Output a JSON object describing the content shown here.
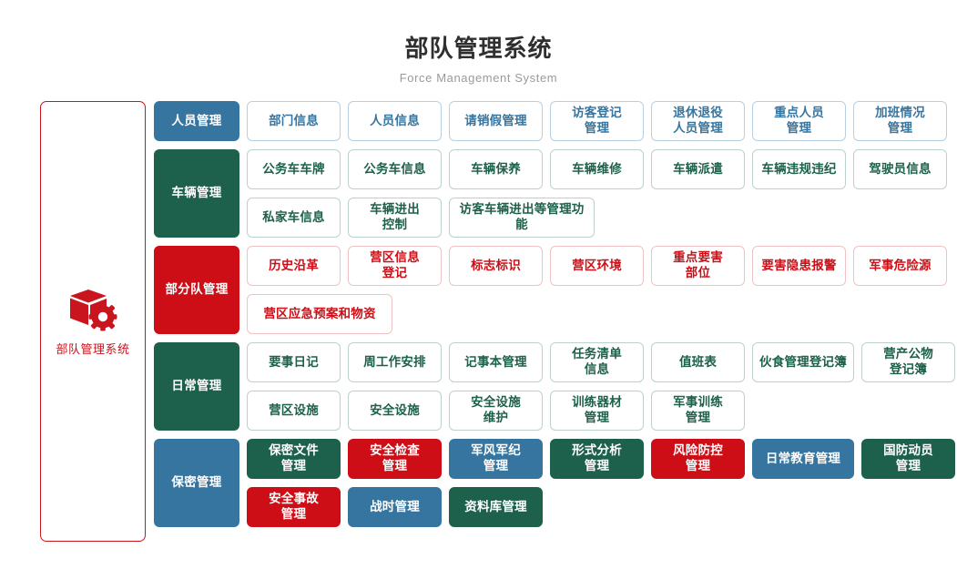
{
  "header": {
    "title": "部队管理系统",
    "subtitle": "Force Management System"
  },
  "sidebar": {
    "icon": "cube-gear-icon",
    "label": "部队管理系统",
    "border_color": "#c9151e",
    "text_color": "#c9151e"
  },
  "palette": {
    "blue": "#36759f",
    "green": "#1d604b",
    "red": "#ce0e16",
    "outline_blue": "#b7cfdf",
    "outline_green": "#bcd2c9",
    "outline_red": "#f0c2c5",
    "title": "#2f2f2f",
    "subtitle": "#9a9a9a"
  },
  "groups": [
    {
      "category": "人员管理",
      "color": "blue",
      "style": "outline",
      "items": [
        {
          "label": "部门信息",
          "width": "w2",
          "style": "o-blue"
        },
        {
          "label": "人员信息",
          "width": "w2",
          "style": "o-blue"
        },
        {
          "label": "请销假管理",
          "width": "w2",
          "style": "o-blue"
        },
        {
          "label": "访客登记\n管理",
          "width": "w2",
          "style": "o-blue"
        },
        {
          "label": "退休退役\n人员管理",
          "width": "w2",
          "style": "o-blue"
        },
        {
          "label": "重点人员\n管理",
          "width": "w2",
          "style": "o-blue"
        },
        {
          "label": "加班情况\n管理",
          "width": "w2",
          "style": "o-blue"
        }
      ]
    },
    {
      "category": "车辆管理",
      "color": "green",
      "style": "outline",
      "items": [
        {
          "label": "公务车车牌",
          "width": "w2",
          "style": "o-green"
        },
        {
          "label": "公务车信息",
          "width": "w2",
          "style": "o-green"
        },
        {
          "label": "车辆保养",
          "width": "w2",
          "style": "o-green"
        },
        {
          "label": "车辆维修",
          "width": "w2",
          "style": "o-green"
        },
        {
          "label": "车辆派遣",
          "width": "w2",
          "style": "o-green"
        },
        {
          "label": "车辆违规违纪",
          "width": "w2",
          "style": "o-green"
        },
        {
          "label": "驾驶员信息",
          "width": "w2",
          "style": "o-green"
        },
        {
          "label": "私家车信息",
          "width": "w2",
          "style": "o-green"
        },
        {
          "label": "车辆进出\n控制",
          "width": "w2",
          "style": "o-green"
        },
        {
          "label": "访客车辆进出等管理功能",
          "width": "w4",
          "style": "o-green"
        }
      ]
    },
    {
      "category": "部分队管理",
      "color": "red",
      "style": "outline",
      "items": [
        {
          "label": "历史沿革",
          "width": "w2",
          "style": "o-red"
        },
        {
          "label": "营区信息\n登记",
          "width": "w2",
          "style": "o-red"
        },
        {
          "label": "标志标识",
          "width": "w2",
          "style": "o-red"
        },
        {
          "label": "营区环境",
          "width": "w2",
          "style": "o-red"
        },
        {
          "label": "重点要害\n部位",
          "width": "w2",
          "style": "o-red"
        },
        {
          "label": "要害隐患报警",
          "width": "w2",
          "style": "o-red"
        },
        {
          "label": "军事危险源",
          "width": "w2",
          "style": "o-red"
        },
        {
          "label": "营区应急预案和物资",
          "width": "w4",
          "style": "o-red"
        }
      ]
    },
    {
      "category": "日常管理",
      "color": "green",
      "style": "outline",
      "items": [
        {
          "label": "要事日记",
          "width": "w2",
          "style": "o-green"
        },
        {
          "label": "周工作安排",
          "width": "w2",
          "style": "o-green"
        },
        {
          "label": "记事本管理",
          "width": "w2",
          "style": "o-green"
        },
        {
          "label": "任务清单\n信息",
          "width": "w2",
          "style": "o-green"
        },
        {
          "label": "值班表",
          "width": "w2",
          "style": "o-green"
        },
        {
          "label": "伙食管理登记簿",
          "width": "w3",
          "style": "o-green"
        },
        {
          "label": "营产公物\n登记簿",
          "width": "w2",
          "style": "o-green"
        },
        {
          "label": "营区设施",
          "width": "w2",
          "style": "o-green"
        },
        {
          "label": "安全设施",
          "width": "w2",
          "style": "o-green"
        },
        {
          "label": "安全设施\n维护",
          "width": "w2",
          "style": "o-green"
        },
        {
          "label": "训练器材\n管理",
          "width": "w2",
          "style": "o-green"
        },
        {
          "label": "军事训练\n管理",
          "width": "w2",
          "style": "o-green"
        }
      ]
    },
    {
      "category": "保密管理",
      "color": "blue",
      "style": "filled",
      "items": [
        {
          "label": "保密文件\n管理",
          "width": "w2",
          "style": "f-green"
        },
        {
          "label": "安全检查\n管理",
          "width": "w2",
          "style": "f-red"
        },
        {
          "label": "军风军纪\n管理",
          "width": "w2",
          "style": "f-blue"
        },
        {
          "label": "形式分析\n管理",
          "width": "w2",
          "style": "f-green"
        },
        {
          "label": "风险防控\n管理",
          "width": "w2",
          "style": "f-red"
        },
        {
          "label": "日常教育管理",
          "width": "w3",
          "style": "f-blue"
        },
        {
          "label": "国防动员\n管理",
          "width": "w2",
          "style": "f-green"
        },
        {
          "label": "安全事故\n管理",
          "width": "w2",
          "style": "f-red"
        },
        {
          "label": "战时管理",
          "width": "w2",
          "style": "f-blue"
        },
        {
          "label": "资料库管理",
          "width": "w2",
          "style": "f-green"
        }
      ]
    }
  ]
}
